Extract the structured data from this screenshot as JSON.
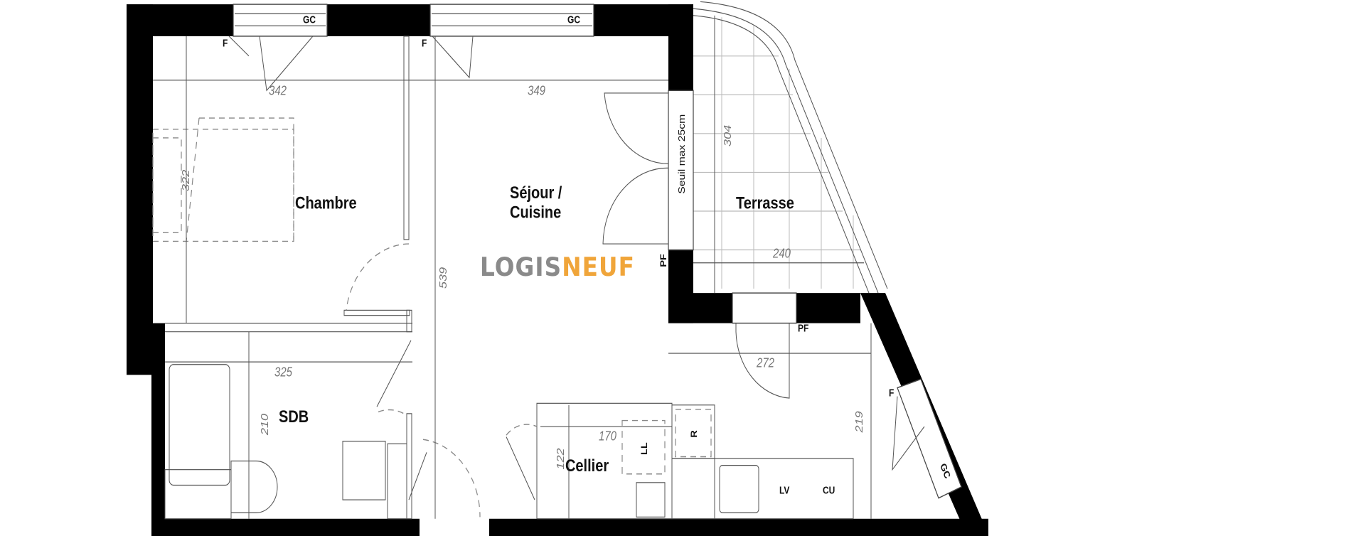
{
  "rooms": {
    "chambre": "Chambre",
    "sejour_line1": "Séjour /",
    "sejour_line2": "Cuisine",
    "terrasse": "Terrasse",
    "sdb": "SDB",
    "cellier": "Cellier"
  },
  "dimensions": {
    "chambre_width": "342",
    "chambre_depth": "322",
    "sejour_width": "349",
    "sejour_depth": "539",
    "sdb_width": "325",
    "sdb_depth": "210",
    "cellier_width": "170",
    "cellier_depth": "122",
    "terrasse_depth": "304",
    "terrasse_width": "240",
    "entry_width": "272",
    "entry_depth": "219"
  },
  "annotations": {
    "threshold": "Seuil max 25cm",
    "gc_1": "GC",
    "gc_2": "GC",
    "gc_3": "GC",
    "f_1": "F",
    "f_2": "F",
    "f_3": "F",
    "pf_1": "PF",
    "pf_2": "PF",
    "ll": "LL",
    "r": "R",
    "lv": "LV",
    "cu": "CU"
  },
  "logo": {
    "part1": "LOGIS",
    "part2": "NEUF",
    "color_part1": "#8a8a8a",
    "color_part2": "#f0a53a"
  }
}
